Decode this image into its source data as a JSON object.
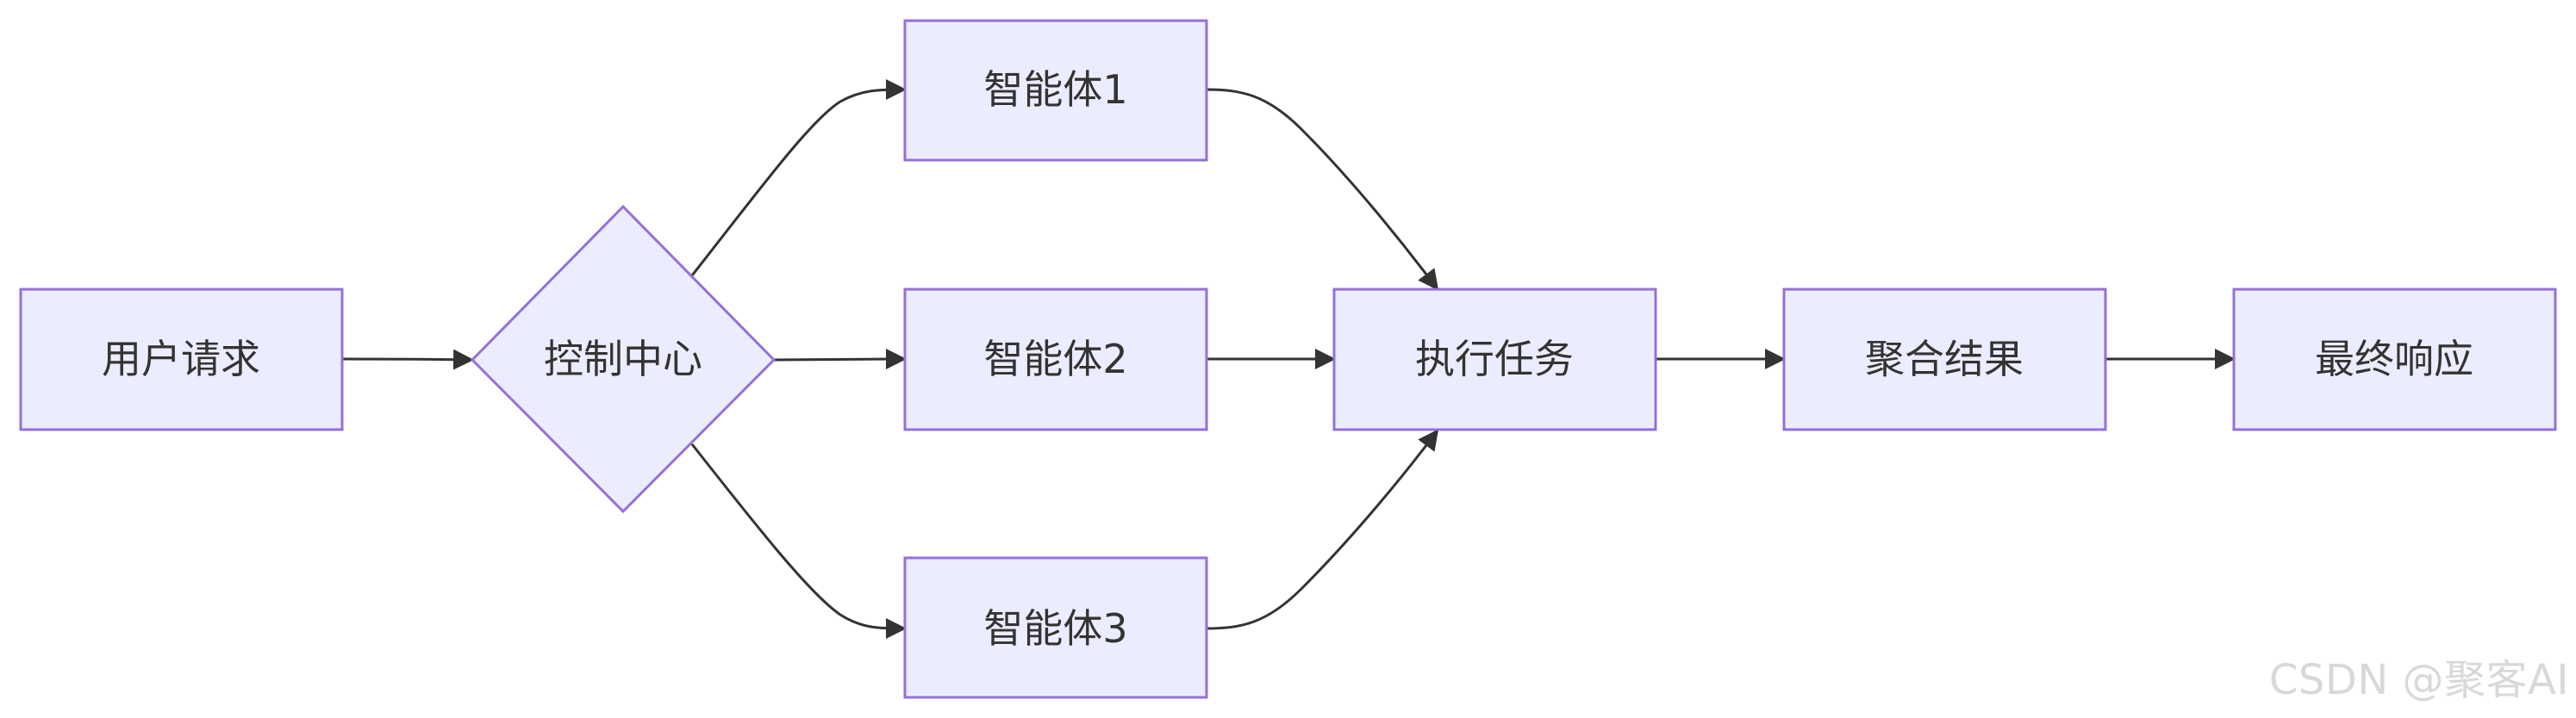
{
  "diagram": {
    "nodes": {
      "user_request": "用户请求",
      "control_center": "控制中心",
      "agent1": "智能体1",
      "agent2": "智能体2",
      "agent3": "智能体3",
      "execute_task": "执行任务",
      "aggregate_results": "聚合结果",
      "final_response": "最终响应"
    },
    "edges": [
      {
        "from": "用户请求",
        "to": "控制中心"
      },
      {
        "from": "控制中心",
        "to": "智能体1"
      },
      {
        "from": "控制中心",
        "to": "智能体2"
      },
      {
        "from": "控制中心",
        "to": "智能体3"
      },
      {
        "from": "智能体1",
        "to": "执行任务"
      },
      {
        "from": "智能体2",
        "to": "执行任务"
      },
      {
        "from": "智能体3",
        "to": "执行任务"
      },
      {
        "from": "执行任务",
        "to": "聚合结果"
      },
      {
        "from": "聚合结果",
        "to": "最终响应"
      }
    ],
    "colors": {
      "node_fill": "#ECECFF",
      "node_stroke": "#9370DB",
      "edge": "#333333",
      "text": "#333333",
      "watermark": "#d8d8d8"
    }
  },
  "watermark": "CSDN @聚客AI"
}
